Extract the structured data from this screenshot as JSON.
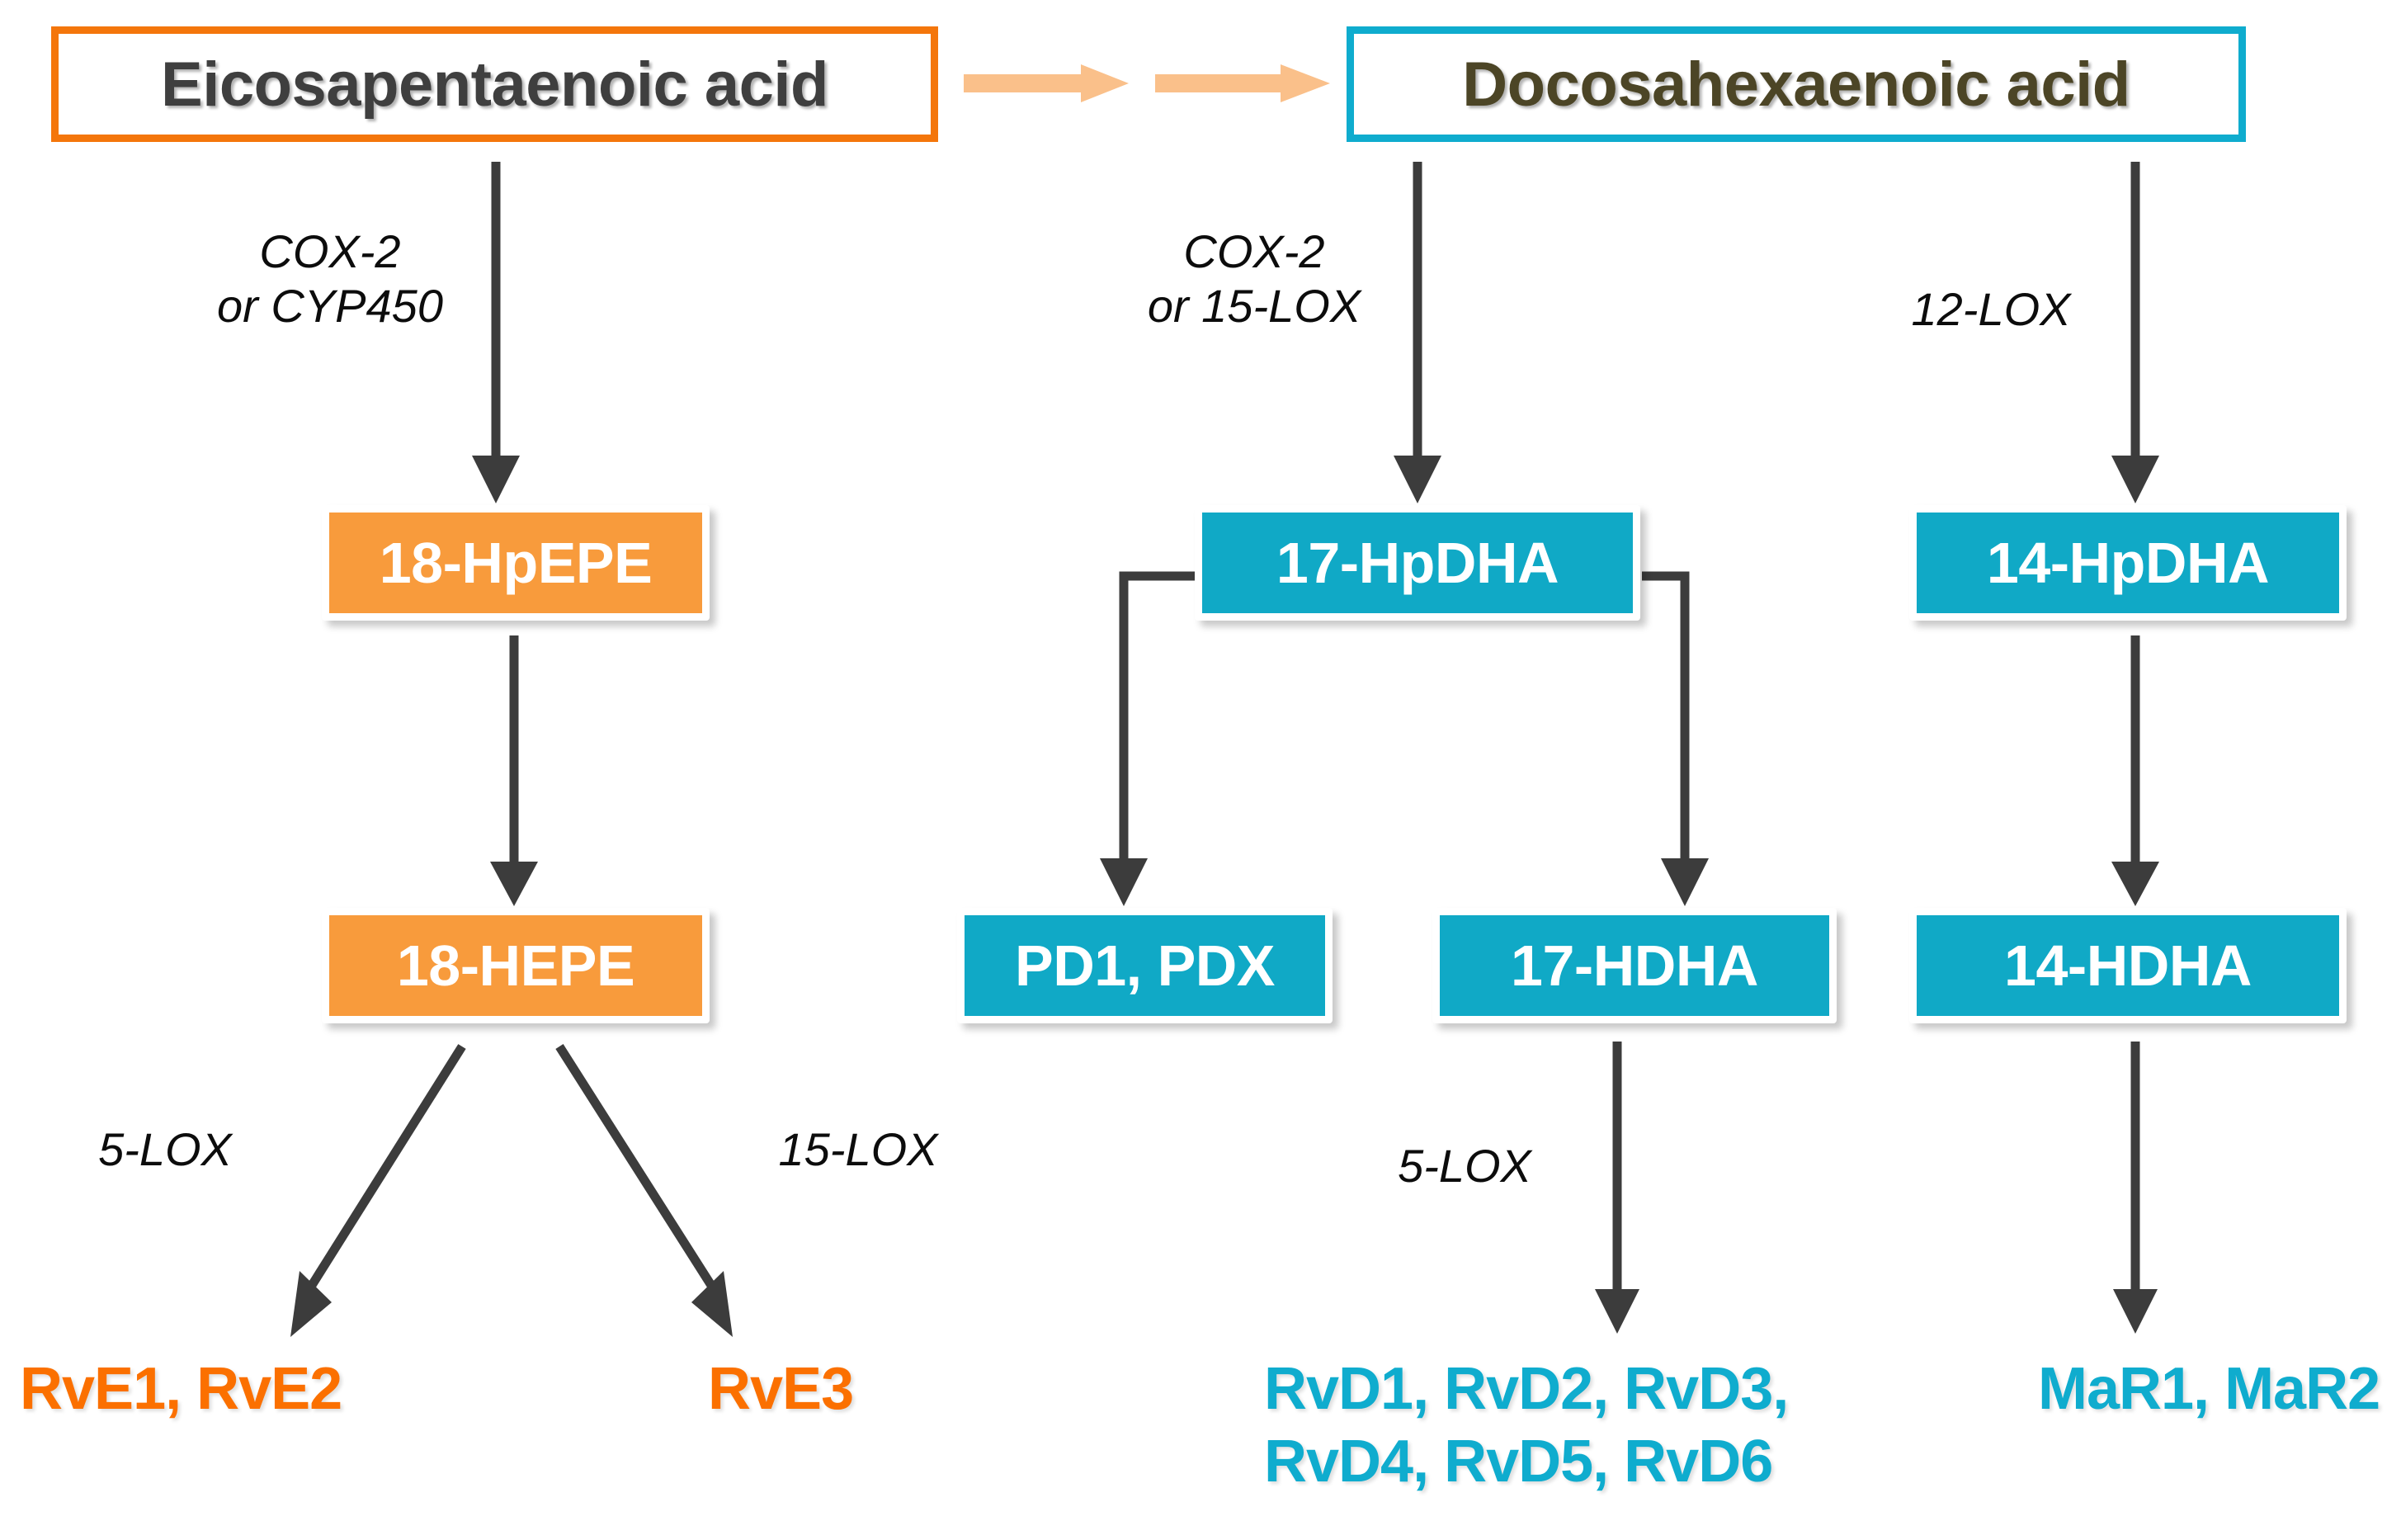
{
  "diagram": {
    "title": "Omega-3 specialized pro-resolving mediator biosynthesis pathway",
    "background": "#ffffff"
  },
  "colors": {
    "epa_border": "#F4760B",
    "dha_border": "#0FACCE",
    "orange_fill": "#F89B3C",
    "teal_fill": "#10A9C6",
    "orange_text": "#FB7000",
    "teal_text": "#0FACCE",
    "arrow_dark": "#3C3C3C",
    "arrow_peach": "#FAC08A",
    "epa_text": "#3F3F3F",
    "dha_text": "#4C4526"
  },
  "precursors": {
    "epa": "Eicosapentaenoic acid",
    "dha": "Docosahexaenoic acid"
  },
  "metabolites": {
    "hpepe18": "18-HpEPE",
    "hepe18": "18-HEPE",
    "hpdha17": "17-HpDHA",
    "pd1pdx": "PD1, PDX",
    "hdha17": "17-HDHA",
    "hpdha14": "14-HpDHA",
    "hdha14": "14-HDHA"
  },
  "enzymes": {
    "epa_to_hpepe": "COX-2\nor CYP450",
    "dha_to_hpdha17": "COX-2\nor 15-LOX",
    "dha_to_hpdha14": "12-LOX",
    "hepe_left": "5-LOX",
    "hepe_right": "15-LOX",
    "hdha17_to_rvd": "5-LOX"
  },
  "products": {
    "rve12": "RvE1, RvE2",
    "rve3": "RvE3",
    "rvd": "RvD1, RvD2, RvD3,\nRvD4, RvD5, RvD6",
    "mar": "MaR1, MaR2"
  },
  "connections": [
    {
      "from": "Eicosapentaenoic acid",
      "to": "Docosahexaenoic acid",
      "style": "peach-horizontal-double"
    },
    {
      "from": "Eicosapentaenoic acid",
      "to": "18-HpEPE",
      "label": "COX-2 or CYP450"
    },
    {
      "from": "18-HpEPE",
      "to": "18-HEPE"
    },
    {
      "from": "18-HEPE",
      "to": "RvE1, RvE2",
      "label": "5-LOX"
    },
    {
      "from": "18-HEPE",
      "to": "RvE3",
      "label": "15-LOX"
    },
    {
      "from": "Docosahexaenoic acid",
      "to": "17-HpDHA",
      "label": "COX-2 or 15-LOX"
    },
    {
      "from": "Docosahexaenoic acid",
      "to": "14-HpDHA",
      "label": "12-LOX"
    },
    {
      "from": "17-HpDHA",
      "to": "PD1, PDX"
    },
    {
      "from": "17-HpDHA",
      "to": "17-HDHA"
    },
    {
      "from": "17-HDHA",
      "to": "RvD1, RvD2, RvD3, RvD4, RvD5, RvD6",
      "label": "5-LOX"
    },
    {
      "from": "14-HpDHA",
      "to": "14-HDHA"
    },
    {
      "from": "14-HDHA",
      "to": "MaR1, MaR2"
    }
  ]
}
